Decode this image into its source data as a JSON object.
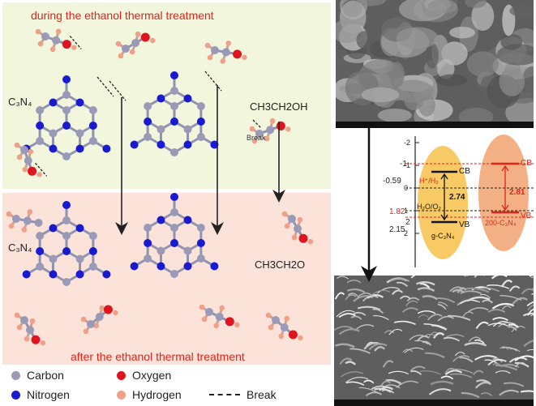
{
  "top_panel": {
    "title": "during the ethanol thermal treatment",
    "c3n4_label": "C₃N₄",
    "ethanol_label": "CH3CH2OH",
    "break_label": "Break"
  },
  "bottom_panel": {
    "title": "after the ethanol thermal treatment",
    "c3n4_label": "C₃N₄",
    "ethoxy_label": "CH3CH2O"
  },
  "legend": {
    "carbon": "Carbon",
    "oxygen": "Oxygen",
    "nitrogen": "Nitrogen",
    "hydrogen": "Hydrogen",
    "break": "Break"
  },
  "band_diagram": {
    "axis_ticks": [
      "-2",
      "-1",
      "0",
      "1",
      "2"
    ],
    "level_labels": {
      "neg1": "-1",
      "neg059": "-0.59",
      "h2o": "H₂O/O₂",
      "h_plus": "H⁺/H₂",
      "v182": "1.82",
      "v2": "2",
      "v215": "2.15"
    },
    "gap_left": "2.74",
    "gap_right": "2.81",
    "cb": "CB",
    "vb": "VB",
    "material_left": "g-C₃N₄",
    "material_right": "200-C₃N₄"
  },
  "colors": {
    "carbon": "#9a9ab8",
    "nitrogen": "#1a1ad0",
    "oxygen": "#e0141e",
    "hydrogen": "#f0a088",
    "accent_red": "#e2231a",
    "ellipse_fill": "#f6c14a",
    "ellipse_fill_right": "#f1a270"
  }
}
